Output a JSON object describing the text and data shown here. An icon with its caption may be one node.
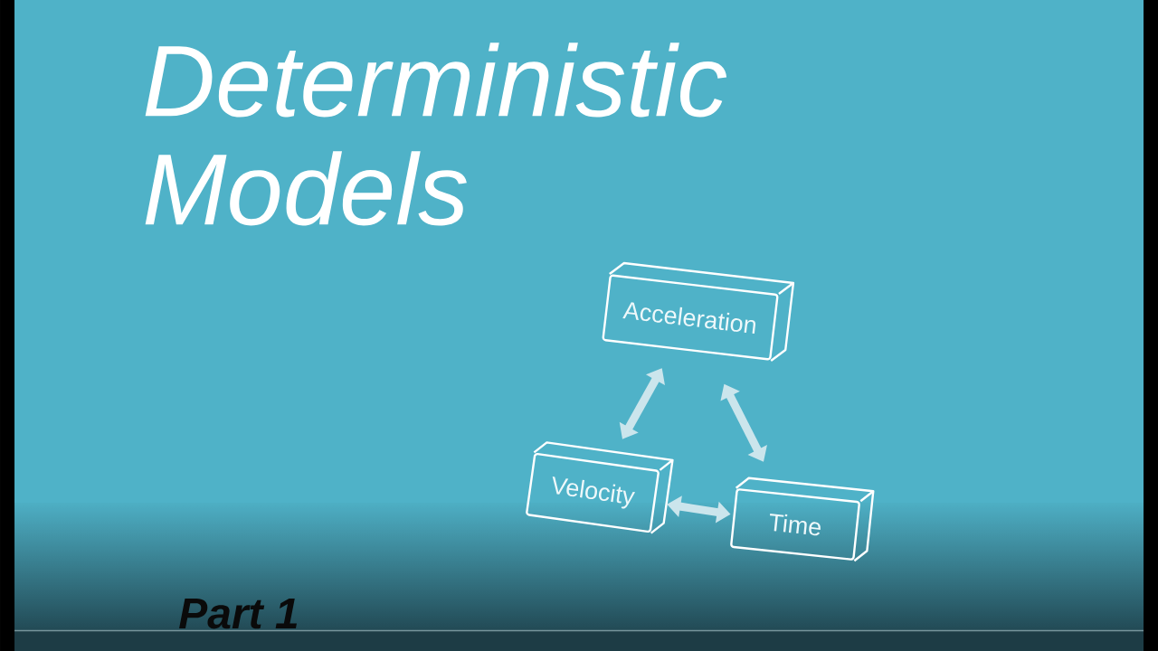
{
  "diagram": {
    "title": "Deterministic Models",
    "nodes": [
      {
        "text": [
          "Acceleration"
        ]
      },
      {
        "text": [
          "Velocity"
        ]
      },
      {
        "text": [
          "Time"
        ]
      }
    ],
    "edges": [
      {
        "from": 0,
        "to": 1,
        "arrow": "both"
      },
      {
        "from": 0,
        "to": 2,
        "arrow": "both"
      },
      {
        "from": 1,
        "to": 2,
        "arrow": "both"
      }
    ],
    "labels": [
      "Part 1"
    ]
  }
}
